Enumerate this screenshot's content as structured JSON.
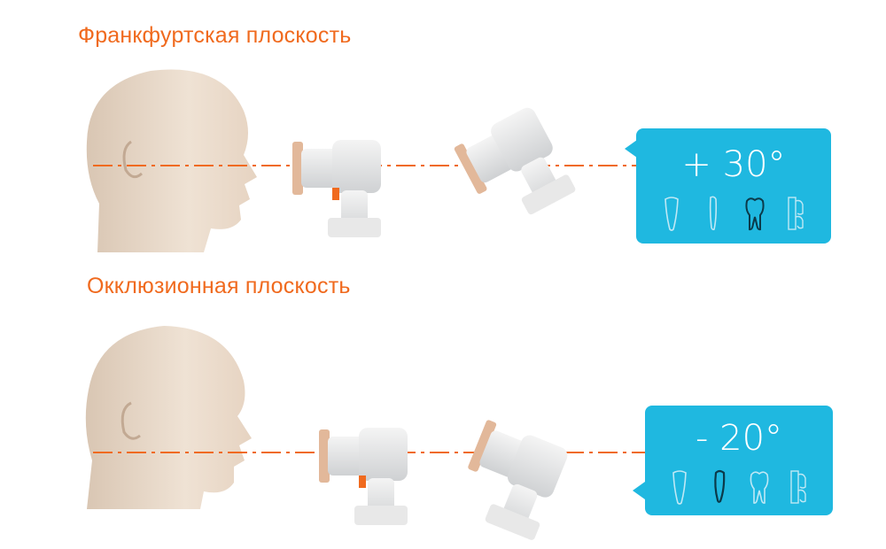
{
  "planes": [
    {
      "title": "Франкфуртская плоскость",
      "angle": "+ 30°",
      "teeth": [
        "incisor-icon",
        "canine-icon",
        "molar-icon",
        "xray-sensor-icon"
      ],
      "active_tooth": "molar-icon"
    },
    {
      "title": "Окклюзионная плоскость",
      "angle": "- 20°",
      "teeth": [
        "incisor-icon",
        "canine-icon",
        "molar-icon",
        "xray-sensor-icon"
      ],
      "active_tooth": "canine-icon"
    }
  ],
  "colors": {
    "title": "#f06a1e",
    "guide_line": "#f06a1e",
    "callout": "#1fb8e0",
    "tooth_default": "#bfe8f5",
    "tooth_active": "#0b3a4a"
  }
}
